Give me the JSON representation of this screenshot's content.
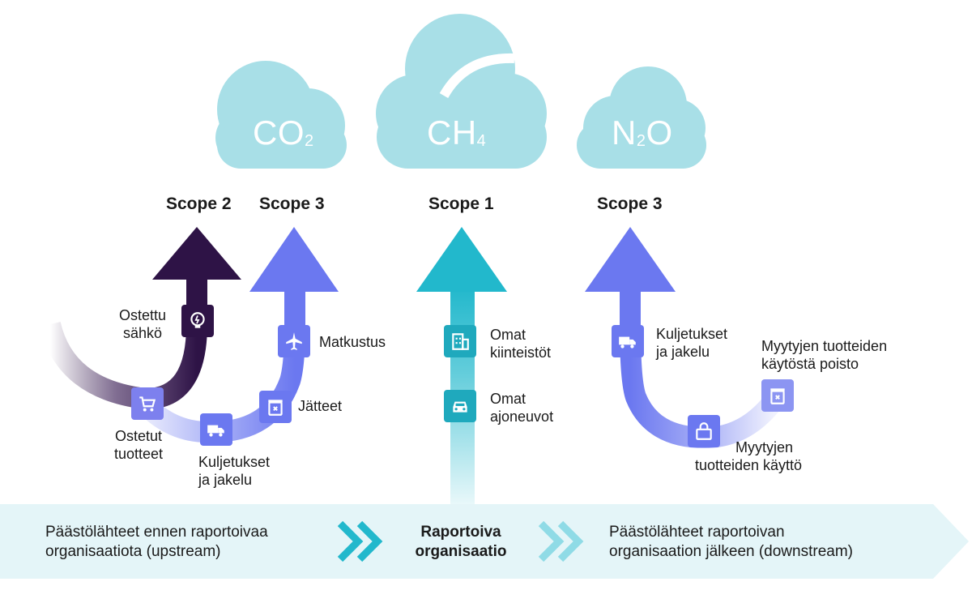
{
  "gases": {
    "co2": {
      "base": "CO",
      "sub": "2"
    },
    "ch4": {
      "base": "CH",
      "sub": "4"
    },
    "n2o": {
      "base": "N",
      "sub": "2",
      "tail": "O"
    }
  },
  "scopes": {
    "scope2": "Scope 2",
    "scope3_up": "Scope 3",
    "scope1": "Scope 1",
    "scope3_down": "Scope 3"
  },
  "labels": {
    "ostettu_sahko": [
      "Ostettu",
      "sähkö"
    ],
    "ostetut_tuotteet": [
      "Ostetut",
      "tuotteet"
    ],
    "kuljetukset_up": [
      "Kuljetukset",
      "ja jakelu"
    ],
    "jatteet": "Jätteet",
    "matkustus": "Matkustus",
    "omat_kiinteistot": [
      "Omat",
      "kiinteistöt"
    ],
    "omat_ajoneuvot": [
      "Omat",
      "ajoneuvot"
    ],
    "kuljetukset_down": [
      "Kuljetukset",
      "ja jakelu"
    ],
    "myytyjen_kaytto": [
      "Myytyjen",
      "tuotteiden käyttö"
    ],
    "myytyjen_poisto": [
      "Myytyjen tuotteiden",
      "käytöstä poisto"
    ]
  },
  "bottom_bar": {
    "upstream": [
      "Päästölähteet ennen raportoivaa",
      "organisaatiota (upstream)"
    ],
    "center": [
      "Raportoiva",
      "organisaatio"
    ],
    "downstream": [
      "Päästölähteet raportoivan",
      "organisaation jälkeen (downstream)"
    ]
  },
  "icons": [
    "lightbulb-icon",
    "shopping-cart-icon",
    "truck-icon",
    "trash-icon",
    "airplane-icon",
    "building-icon",
    "car-icon",
    "shopping-bag-icon"
  ],
  "colors": {
    "cloud": "#a8dfe7",
    "scope2_arrow": "#2e1346",
    "scope3_arrow": "#6b78f0",
    "scope1_arrow": "#22b8cc",
    "bar": "#e4f5f8",
    "chevron_dark": "#22b8cc",
    "chevron_light": "#8fdbe6"
  }
}
